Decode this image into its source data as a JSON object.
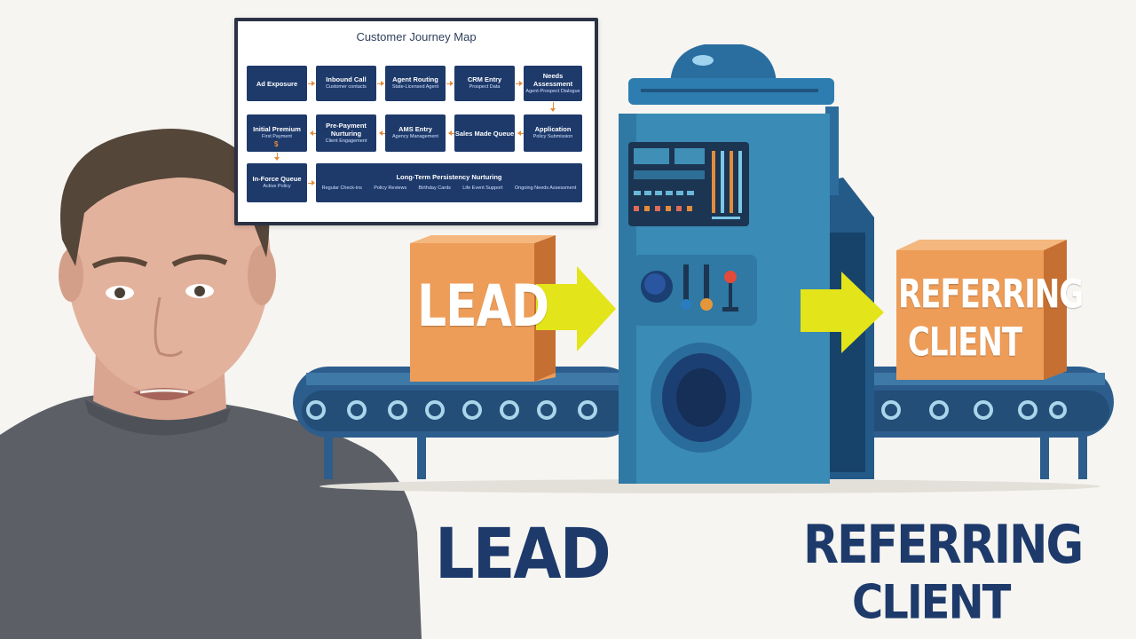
{
  "journey_map": {
    "title": "Customer Journey Map",
    "row1": [
      {
        "title": "Ad Exposure",
        "subtitle": ""
      },
      {
        "title": "Inbound Call",
        "subtitle": "Customer contacts"
      },
      {
        "title": "Agent Routing",
        "subtitle": "State-Licensed Agent"
      },
      {
        "title": "CRM Entry",
        "subtitle": "Prospect Data"
      },
      {
        "title": "Needs Assessment",
        "subtitle": "Agent-Prospect Dialogue"
      }
    ],
    "row2": [
      {
        "title": "Initial Premium",
        "subtitle": "First Payment"
      },
      {
        "title": "Pre-Payment Nurturing",
        "subtitle": "Client Engagement"
      },
      {
        "title": "AMS Entry",
        "subtitle": "Agency Management"
      },
      {
        "title": "Sales Made Queue",
        "subtitle": ""
      },
      {
        "title": "Application",
        "subtitle": "Policy Submission"
      }
    ],
    "inforce": {
      "title": "In-Force Queue",
      "subtitle": "Active Policy"
    },
    "dollar": "$",
    "persistency": {
      "title": "Long-Term Persistency Nurturing",
      "items": [
        "Regular Check-ins",
        "Policy Reviews",
        "Birthday Cards",
        "Life Event Support",
        "Ongoing Needs Assessment"
      ]
    }
  },
  "machine": {
    "input_box_label": "LEAD",
    "output_box_label_line1": "REFERRING",
    "output_box_label_line2": "CLIENT"
  },
  "headline": {
    "from": "LEAD",
    "to_line1": "REFERRING",
    "to_line2": "CLIENT"
  },
  "colors": {
    "navy": "#1d3a6b",
    "orange_box": "#ee9d58",
    "yellow_arrow": "#e3e41a",
    "machine_blue": "#3a8bb6",
    "conveyor": "#2c5d8c"
  }
}
